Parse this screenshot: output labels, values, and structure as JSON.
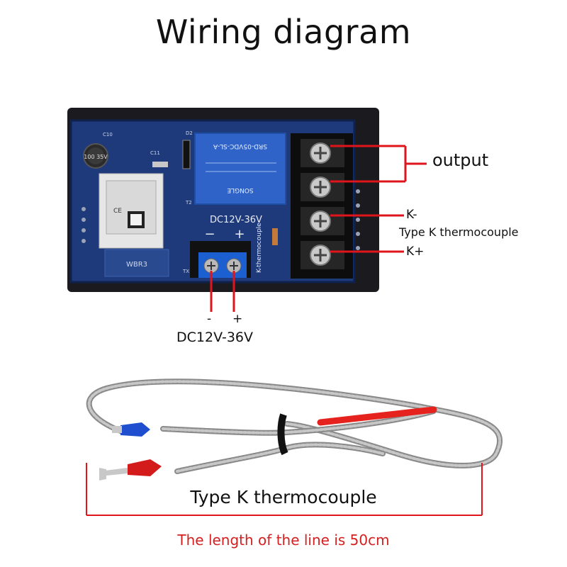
{
  "title": "Wiring diagram",
  "board": {
    "silkscreen_power": "DC12V-36V",
    "silkscreen_minus": "−",
    "silkscreen_plus": "+",
    "silkscreen_kthermo": "K-thermocouple",
    "wifi_module": "WBR3",
    "relay_model": "SRD-05VDC-SL-A",
    "relay_brand": "SONGLE",
    "cap_c10": "C10",
    "cap_value": "100 35V",
    "label_c11": "C11",
    "label_d2": "D2",
    "label_t2": "T2",
    "label_tx": "TX"
  },
  "labels": {
    "output": "output",
    "k_minus": "K-",
    "type_k_thermocouple": "Type K thermocouple",
    "k_plus": "K+",
    "power_minus": "-",
    "power_plus": "+",
    "power": "DC12V-36V"
  },
  "cable": {
    "label": "Type K thermocouple",
    "length_note": "The length of the line is 50cm"
  },
  "colors": {
    "board": "#1e3a7a",
    "wire": "#e0141b",
    "relay": "#2f63c8",
    "length_note": "#d42020"
  }
}
